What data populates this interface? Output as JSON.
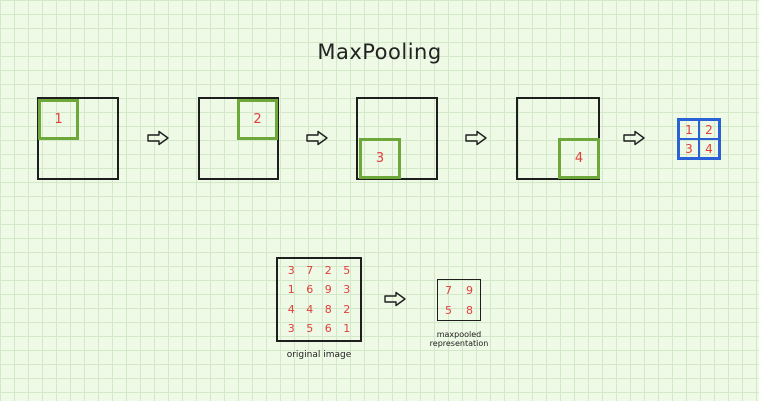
{
  "title": "MaxPooling",
  "steps": [
    {
      "window_label": "1"
    },
    {
      "window_label": "2"
    },
    {
      "window_label": "3"
    },
    {
      "window_label": "4"
    }
  ],
  "result_grid": [
    [
      "1",
      "2"
    ],
    [
      "3",
      "4"
    ]
  ],
  "original_image": {
    "caption": "original image",
    "values": [
      [
        "3",
        "7",
        "2",
        "5"
      ],
      [
        "1",
        "6",
        "9",
        "3"
      ],
      [
        "4",
        "4",
        "8",
        "2"
      ],
      [
        "3",
        "5",
        "6",
        "1"
      ]
    ]
  },
  "pooled": {
    "caption_line1": "maxpooled",
    "caption_line2": "representation",
    "values": [
      [
        "7",
        "9"
      ],
      [
        "5",
        "8"
      ]
    ]
  },
  "colors": {
    "window": "#6ea83a",
    "result_border": "#2a61d6",
    "numbers": "#e0403a",
    "outline": "#1e1e1e"
  }
}
